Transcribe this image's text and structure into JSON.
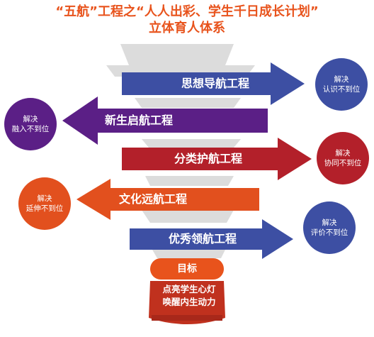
{
  "title": {
    "line1": "“五航”工程之“人人出彩、学生千日成长计划”",
    "line2": "立体育人体系"
  },
  "arrows": [
    {
      "label": "思想导航工程",
      "direction": "right",
      "color": "#3d4fa3"
    },
    {
      "label": "新生启航工程",
      "direction": "left",
      "color": "#5b1f86"
    },
    {
      "label": "分类护航工程",
      "direction": "right",
      "color": "#b3202a"
    },
    {
      "label": "文化远航工程",
      "direction": "left",
      "color": "#e2501e"
    },
    {
      "label": "优秀领航工程",
      "direction": "right",
      "color": "#3d4fa3"
    }
  ],
  "outcomes": [
    {
      "line1": "解决",
      "line2": "认识不到位",
      "color": "#3d4fa3"
    },
    {
      "line1": "解决",
      "line2": "融入不到位",
      "color": "#5b1f86"
    },
    {
      "line1": "解决",
      "line2": "协同不到位",
      "color": "#b3202a"
    },
    {
      "line1": "解决",
      "line2": "延伸不到位",
      "color": "#e2501e"
    },
    {
      "line1": "解决",
      "line2": "评价不到位",
      "color": "#3d4fa3"
    }
  ],
  "goal": {
    "label": "目标",
    "color": "#e8531c"
  },
  "base": {
    "line1": "点亮学生心灯",
    "line2": "唤醒内生动力",
    "color": "#c0311e"
  }
}
